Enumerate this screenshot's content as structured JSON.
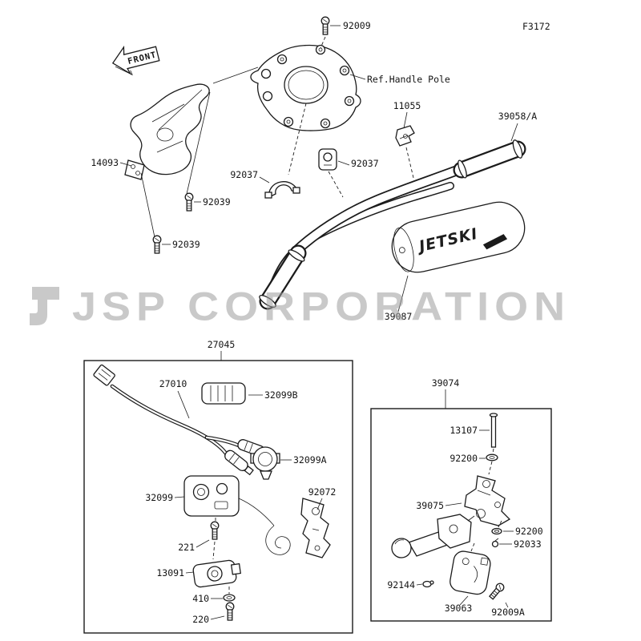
{
  "figure": {
    "code": "F3172",
    "front_label": "FRONT",
    "handle_pole_ref": "Ref.Handle Pole",
    "watermark": "JSP CORPORATION",
    "pad_logo": "JETSKI"
  },
  "main": {
    "screw_92009": "92009",
    "clamp_11055": "11055",
    "handlebar_39058": "39058/A",
    "cover_14093": "14093",
    "clamp_92037_left": "92037",
    "clamp_92037_right": "92037",
    "screw_92039_upper": "92039",
    "screw_92039_lower": "92039",
    "pad_39087": "39087"
  },
  "switch_box": {
    "title": "27045",
    "cable_27010": "27010",
    "cover_32099b": "32099B",
    "switch_32099a": "32099A",
    "case_32099": "32099",
    "band_92072": "92072",
    "screw_221": "221",
    "holder_13091": "13091",
    "washer_410": "410",
    "screw_220": "220"
  },
  "throttle_box": {
    "title": "39074",
    "pin_13107": "13107",
    "washer_92200_upper": "92200",
    "bracket_39075": "39075",
    "washer_92200_lower": "92200",
    "pin_92033": "92033",
    "spring_92144": "92144",
    "case_39063": "39063",
    "screw_92009a": "92009A"
  }
}
